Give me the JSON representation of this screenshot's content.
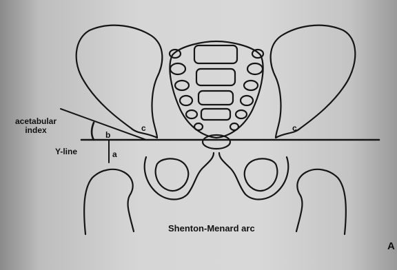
{
  "labels": {
    "acetabular_line1": "acetabular",
    "acetabular_line2": "index",
    "y_line": "Y-line",
    "a": "a",
    "b": "b",
    "c_left": "c",
    "c_right": "c",
    "shenton_menard": "Shenton-Menard arc",
    "panel": "A"
  }
}
